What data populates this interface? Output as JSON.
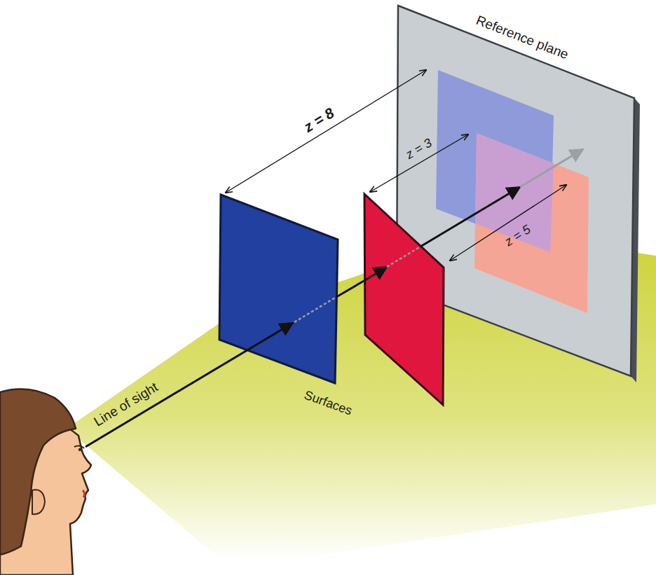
{
  "diagram": {
    "labels": [
      "Reference plane",
      "z = 8",
      "z = 3",
      "z = 5",
      "Line of sight",
      "Surfaces"
    ]
  }
}
